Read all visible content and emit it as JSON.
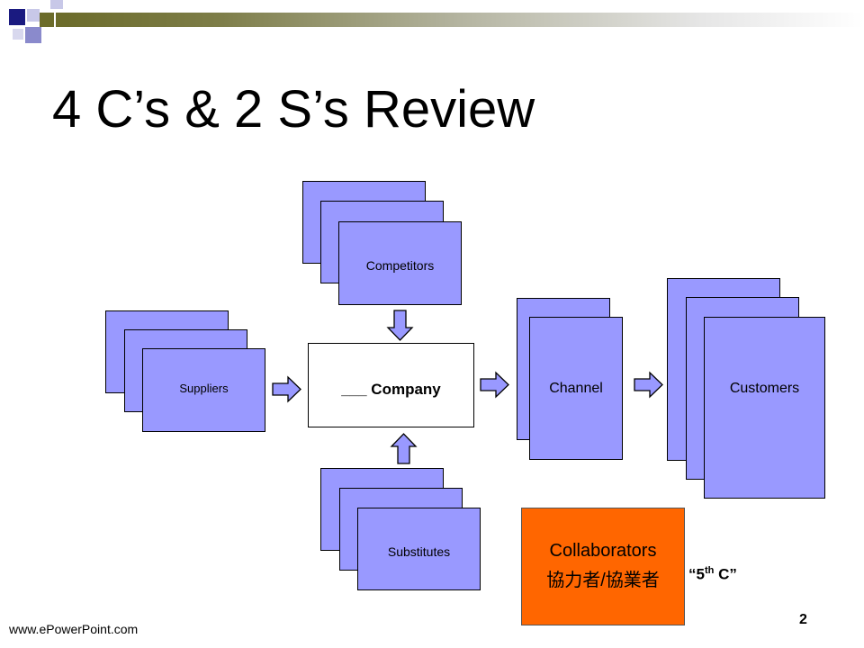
{
  "title": "4 C’s & 2 S’s Review",
  "boxes": {
    "competitors": "Competitors",
    "suppliers": "Suppliers",
    "company": "___ Company",
    "channel": "Channel",
    "customers": "Customers",
    "substitutes": "Substitutes"
  },
  "collaborators": {
    "label": "Collaborators",
    "cjk": "協力者/協業者"
  },
  "fifth_c": {
    "open": "“5",
    "sup": "th",
    "close": " C”"
  },
  "footer": "www.ePowerPoint.com",
  "page_number": "2",
  "colors": {
    "card_fill": "#9999ff",
    "collaborators_fill": "#ff6600",
    "header_navy": "#1a1a80",
    "header_olive": "#6b6b2a"
  }
}
